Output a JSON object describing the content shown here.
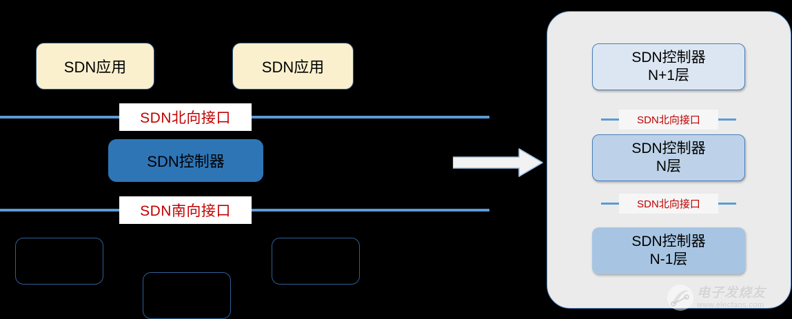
{
  "figure": {
    "background_color": "#000000",
    "accent_blue": "#5B9BD5",
    "interface_text_color": "#C00000"
  },
  "left_diagram": {
    "applications": [
      {
        "label": "SDN应用"
      },
      {
        "label": "SDN应用"
      }
    ],
    "northbound_interface": {
      "label": "SDN北向接口"
    },
    "controller": {
      "label": "SDN控制器"
    },
    "southbound_interface": {
      "label": "SDN南向接口"
    },
    "devices": [
      {
        "label": ""
      },
      {
        "label": ""
      },
      {
        "label": ""
      }
    ]
  },
  "transform_arrow": {
    "icon": "right-arrow-icon",
    "direction": "right"
  },
  "right_panel": {
    "layers": [
      {
        "title": "SDN控制器",
        "subtitle": "N+1层",
        "fill": "#DCE6F2"
      },
      {
        "title": "SDN控制器",
        "subtitle": "N层",
        "fill": "#BDD2E8"
      },
      {
        "title": "SDN控制器",
        "subtitle": "N-1层",
        "fill": "#A7C5E3"
      }
    ],
    "interfaces": [
      {
        "label": "SDN北向接口"
      },
      {
        "label": "SDN北向接口"
      }
    ]
  },
  "watermark": {
    "icon": "elecfans-logo-icon",
    "name": "电子发烧友",
    "url": "www.elecfans.com"
  }
}
